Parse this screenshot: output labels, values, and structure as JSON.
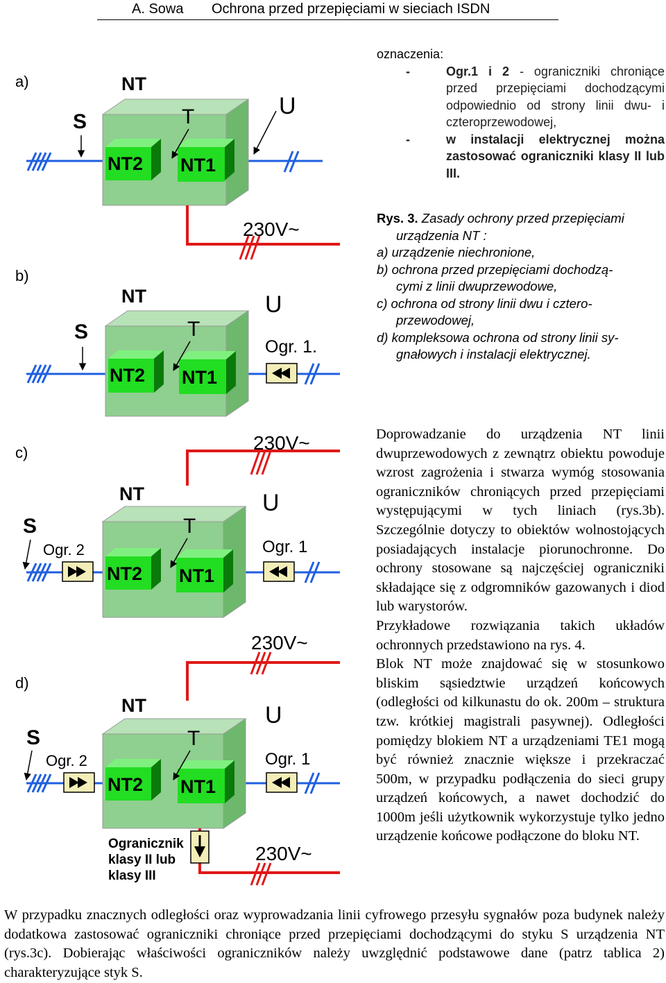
{
  "header": {
    "author": "A. Sowa",
    "title": "Ochrona przed przepięciami w sieciach ISDN"
  },
  "diagrams": {
    "a": {
      "label": "a)",
      "s": "S",
      "nt": "NT",
      "t": "T",
      "u": "U",
      "nt2": "NT2",
      "nt1": "NT1"
    },
    "b": {
      "label": "b)",
      "s": "S",
      "nt": "NT",
      "t": "T",
      "u": "U",
      "nt2": "NT2",
      "nt1": "NT1",
      "voltage": "230V~",
      "ogr1": "Ogr. 1."
    },
    "c": {
      "label": "c)",
      "s": "S",
      "nt": "NT",
      "t": "T",
      "u": "U",
      "nt2": "NT2",
      "nt1": "NT1",
      "voltage": "230V~",
      "ogr1": "Ogr. 1",
      "ogr2": "Ogr. 2"
    },
    "d": {
      "label": "d)",
      "s": "S",
      "nt": "NT",
      "t": "T",
      "u": "U",
      "nt2": "NT2",
      "nt1": "NT1",
      "voltage_top": "230V~",
      "voltage_bottom": "230V~",
      "ogr1": "Ogr. 1",
      "ogr2": "Ogr. 2",
      "limiter_label": [
        "Ogranicznik",
        "klasy II lub",
        "klasy III"
      ]
    }
  },
  "legend": {
    "title": "oznaczenia:",
    "item1_lead": "Ogr.1 i 2",
    "item1_rest": " - ograniczniki chroniące przed przepięciami dochodzącymi odpowiednio od strony linii dwu- i czteroprzewodowej,",
    "item2": "w instalacji elektrycznej można zastosować ograniczniki klasy II lub III."
  },
  "caption": {
    "lead": "Rys. 3.",
    "l1": " Zasady ochrony przed przepięciami",
    "l2": "urządzenia NT :",
    "l3": "a) urządzenie niechronione,",
    "l4": "b) ochrona przed przepięciami dochodzą-",
    "l5": "cymi z linii dwuprzewodowe,",
    "l6": "c) ochrona od strony linii dwu i cztero-",
    "l7": "przewodowej,",
    "l8": "d) kompleksowa ochrona od strony linii sy-",
    "l9": "gnałowych i instalacji elektrycznej."
  },
  "body_right": {
    "p1": "Doprowadzanie do urządzenia NT linii dwuprzewodowych z zewnątrz obiektu powoduje wzrost zagrożenia i stwarza wymóg stosowania ograniczników chroniących przed przepięciami występującymi w tych liniach (rys.3b). Szczególnie dotyczy to obiektów wolnostojących posiadających instalacje piorunochronne. Do ochrony stosowane są najczęściej ograniczniki składające się z odgromników gazowanych i diod lub warystorów.",
    "p2": "Przykładowe rozwiązania takich układów ochronnych przedstawiono na rys. 4.",
    "p3": "Blok NT może znajdować się w stosunkowo bliskim sąsiedztwie urządzeń końcowych (odległości od kilkunastu do ok. 200m – struktura tzw. krótkiej magistrali pasywnej). Odległości pomiędzy blokiem NT a urządzeniami TE1 mogą być również znacznie większe i przekraczać 500m, w przypadku podłączenia do sieci grupy urządzeń końcowych, a nawet dochodzić do 1000m jeśli użytkownik wykorzystuje tylko jedno urządzenie końcowe podłączone do bloku NT."
  },
  "body_bottom": {
    "p1": "W przypadku znacznych odległości oraz wyprowadzania linii cyfrowego przesyłu sygnałów poza budynek należy dodatkowa zastosować ograniczniki chroniące przed przepięciami dochodzącymi do styku S urządzenia NT (rys.3c). Dobierając właściwości ograniczników należy uwzględnić podstawowe dane (patrz tablica 2) charakteryzujące styk S."
  },
  "colors": {
    "box_front": "#8fcf8f",
    "box_side": "#6db86d",
    "box_top": "#b8e2b8",
    "module": "#22dd22",
    "module_dark": "#0a7a0a",
    "signal_line": "#1f5fe0",
    "power_line": "#e01818",
    "limiter_fill": "#f3eeb8"
  }
}
